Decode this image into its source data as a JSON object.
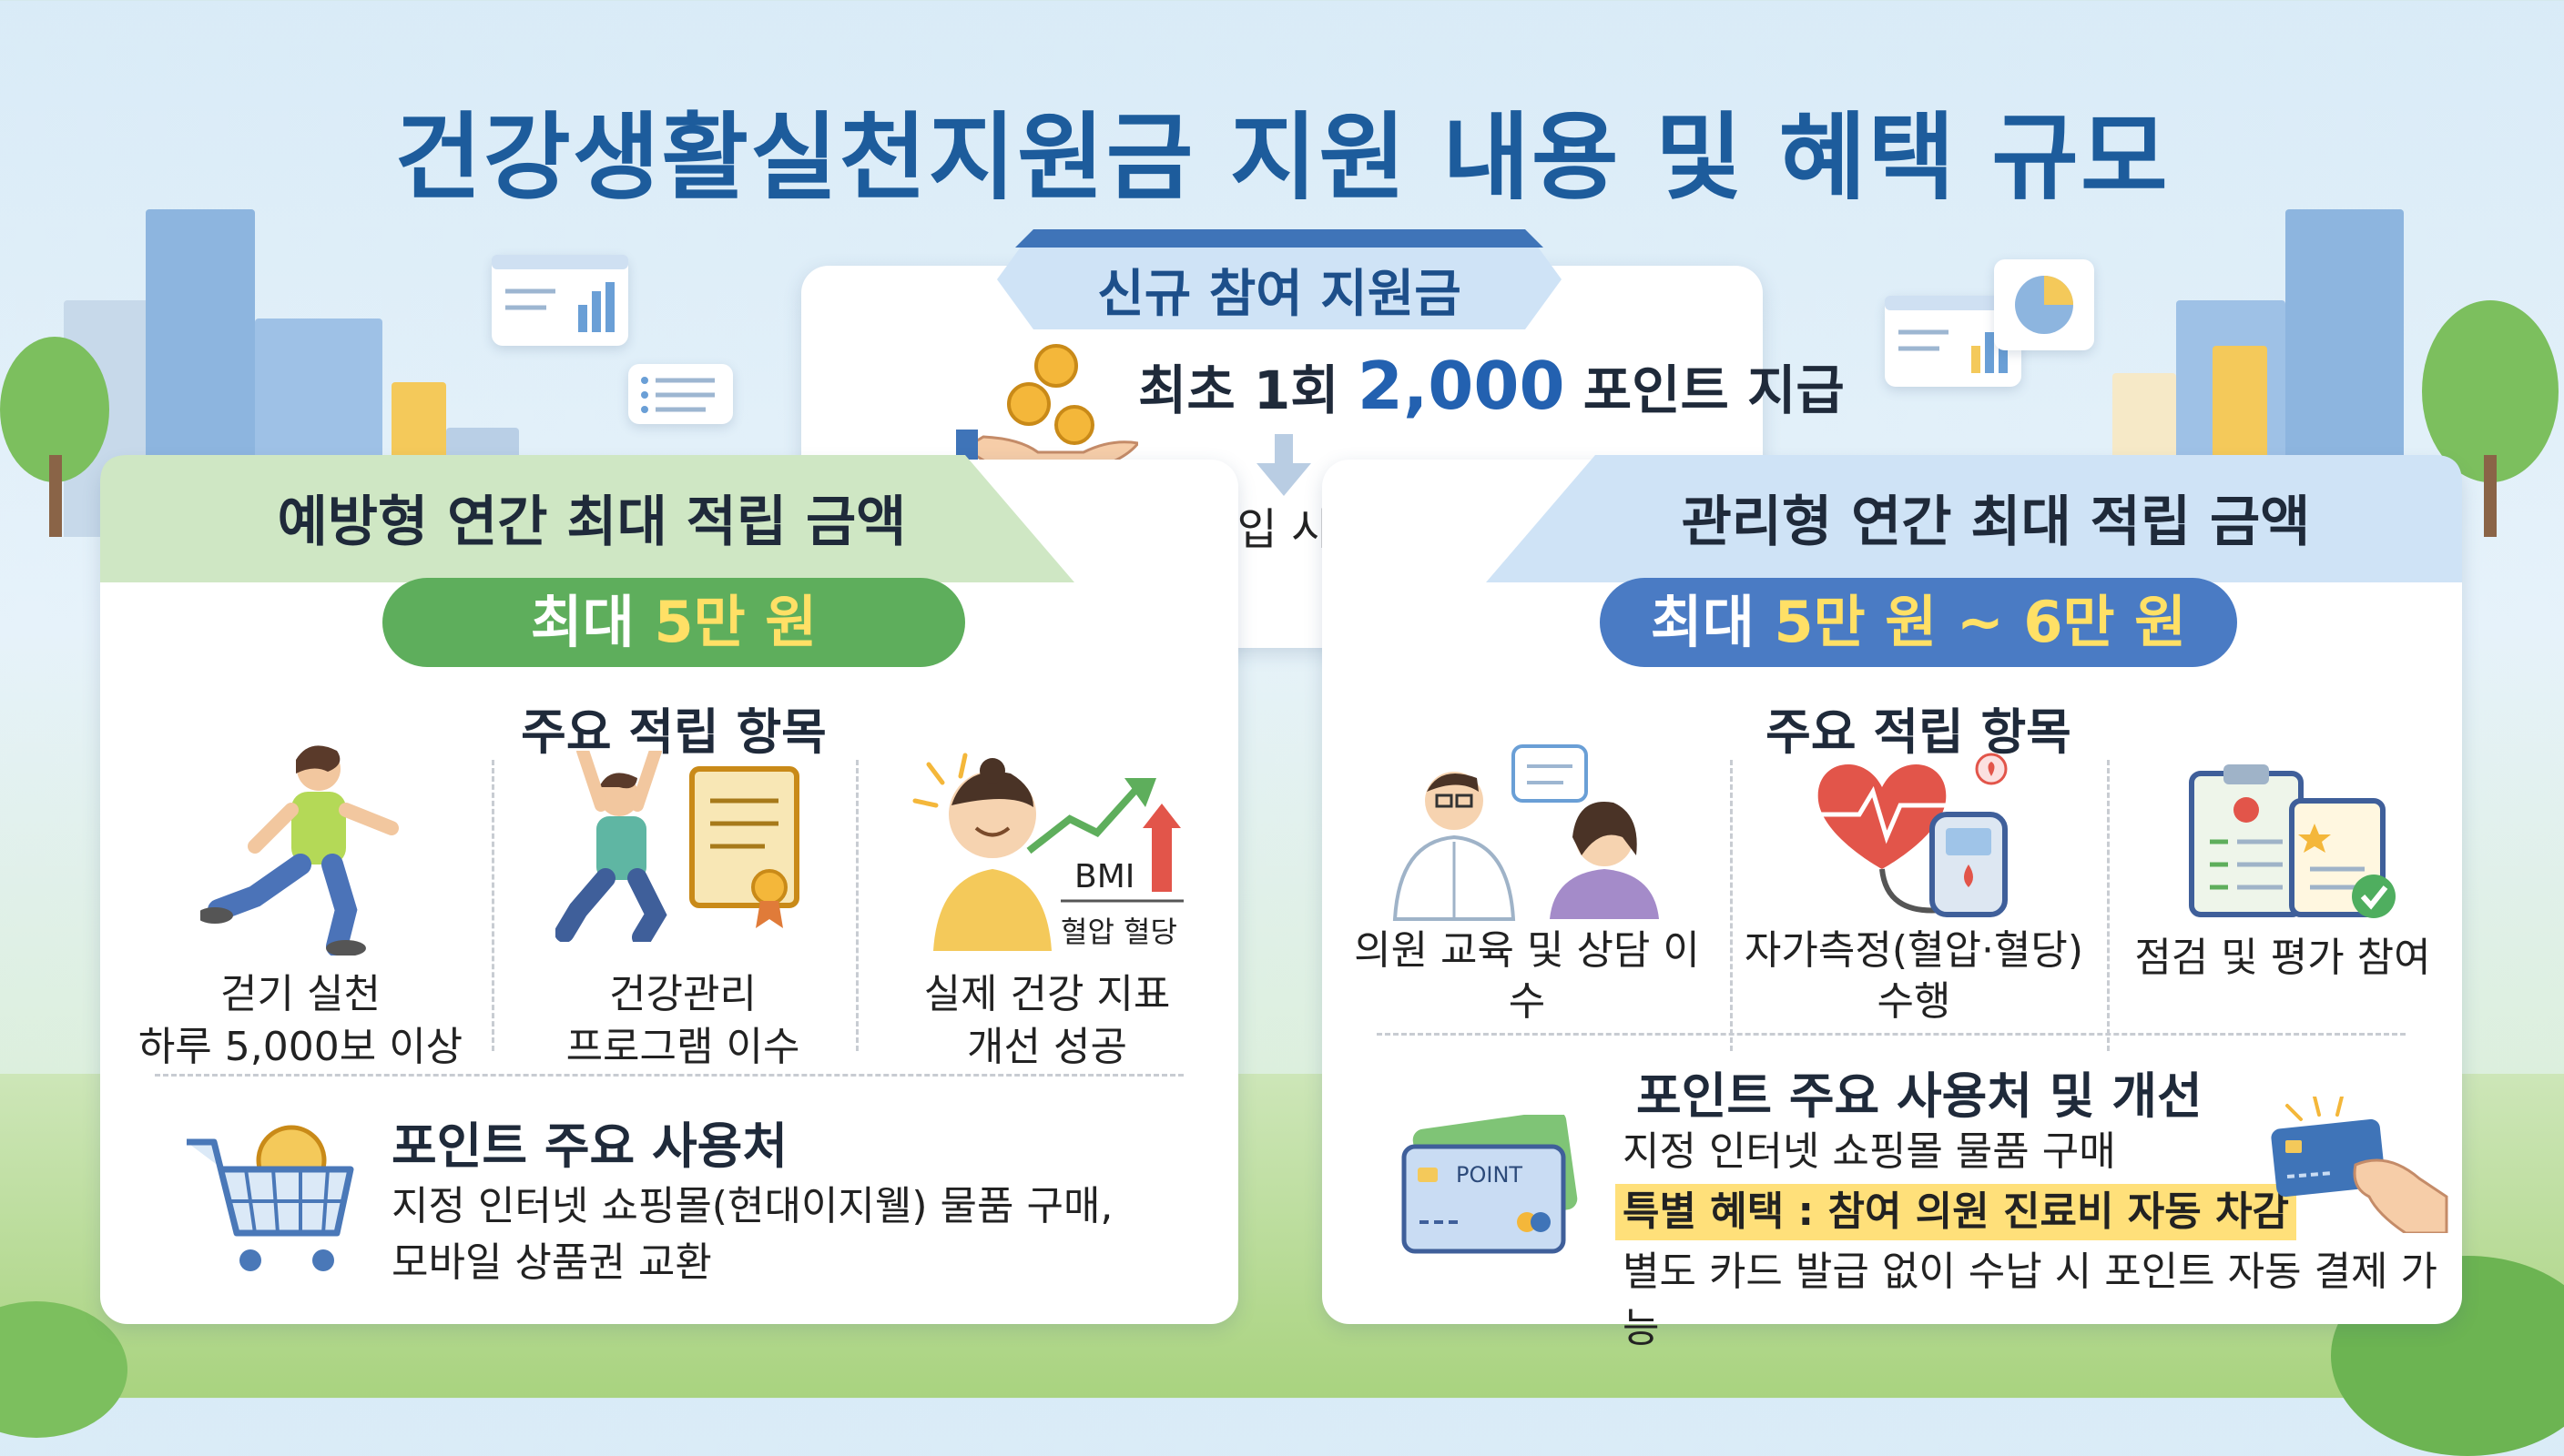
{
  "title": "건강생활실천지원금 지원 내용 및 혜택 규모",
  "new_join": {
    "header": "신규 참여 지원금",
    "line_prefix": "최초 1회",
    "amount": "2,000",
    "line_suffix": "포인트 지급",
    "sub": "신규 가입 시 기본 적립"
  },
  "prevention": {
    "header": "예방형 연간 최대 적립 금액",
    "max_prefix": "최대",
    "max_value": "5만 원",
    "items_title": "주요 적립 항목",
    "items": [
      {
        "line1": "걷기 실천",
        "line2": "하루 5,000보 이상",
        "icon": "running-person-icon"
      },
      {
        "line1": "건강관리",
        "line2": "프로그램 이수",
        "icon": "certificate-icon"
      },
      {
        "line1": "실제 건강 지표",
        "line2": "개선 성공",
        "icon": "improvement-chart-icon"
      }
    ],
    "chart_labels": {
      "bmi": "BMI",
      "bp": "혈압 혈당"
    },
    "usage_title": "포인트 주요 사용처",
    "usage_line1": "지정 인터넷 쇼핑몰(현대이지웰) 물품 구매,",
    "usage_line2": "모바일 상품권 교환"
  },
  "management": {
    "header": "관리형 연간 최대 적립 금액",
    "max_prefix": "최대",
    "max_value": "5만 원 ~ 6만 원",
    "items_title": "주요 적립 항목",
    "items": [
      {
        "line1": "의원 교육 및 상담 이수",
        "line2": "",
        "icon": "doctor-consultation-icon"
      },
      {
        "line1": "자가측정(혈압·혈당)",
        "line2": "수행",
        "icon": "heart-monitor-icon"
      },
      {
        "line1": "점검 및 평가 참여",
        "line2": "",
        "icon": "clipboard-check-icon"
      }
    ],
    "usage_title": "포인트 주요 사용처 및 개선",
    "usage_line1": "지정 인터넷 쇼핑몰 물품 구매",
    "usage_highlight": "특별 혜택 : 참여 의원 진료비 자동 차감",
    "usage_line3": "별도 카드 발급 없이 수납 시 포인트 자동 결제 가능",
    "card_label": "POINT"
  },
  "colors": {
    "title": "#1d5c9c",
    "prevention_green": "#5eae5c",
    "management_blue": "#4a7bc4",
    "highlight_yellow": "#ffe066"
  }
}
